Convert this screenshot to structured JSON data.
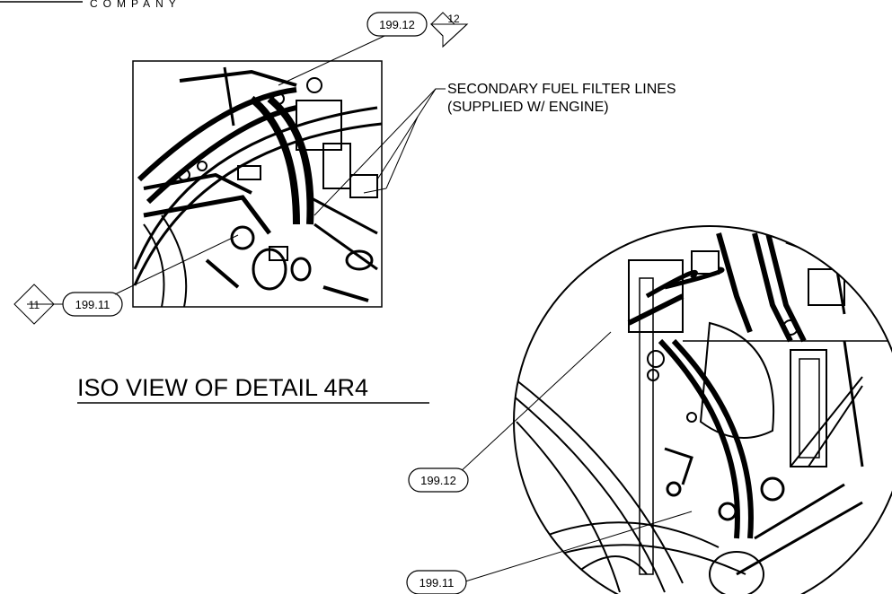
{
  "header": {
    "company": "COMPANY"
  },
  "note": {
    "line1": "SECONDARY FUEL FILTER LINES",
    "line2": "(SUPPLIED W/ ENGINE)"
  },
  "title": "ISO VIEW OF DETAIL 4R4",
  "callouts": {
    "top_left_view": [
      "199.12",
      "199.11"
    ],
    "circle_view": [
      "199.12",
      "199.11"
    ]
  },
  "flags": [
    "12",
    "11"
  ]
}
